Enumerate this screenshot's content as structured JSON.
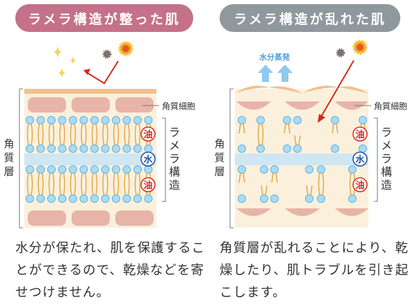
{
  "left": {
    "title": "ラメラ構造が整った肌",
    "caption": "水分が保たれ、肌を保護することができるので、乾燥などを寄せつけません。"
  },
  "right": {
    "title": "ラメラ構造が乱れた肌",
    "caption": "角質層が乱れることにより、乾燥したり、肌トラブルを引き起こします。",
    "evaporation": "水分蒸発"
  },
  "labels": {
    "corneocyte": "角質細胞",
    "lamellar": [
      "ラ",
      "メ",
      "ラ",
      "構",
      "造"
    ],
    "stratum": [
      "角",
      "質",
      "層"
    ],
    "oil": "油",
    "water": "水"
  },
  "colors": {
    "good": "#c47189",
    "bad": "#8e989d",
    "skin": "#fbf0dc",
    "cell": "#e8b4a8",
    "head": "#a9dcf4",
    "tail": "#e2a440",
    "water": "#cfe6f3",
    "arrow": "#d42a1f"
  }
}
